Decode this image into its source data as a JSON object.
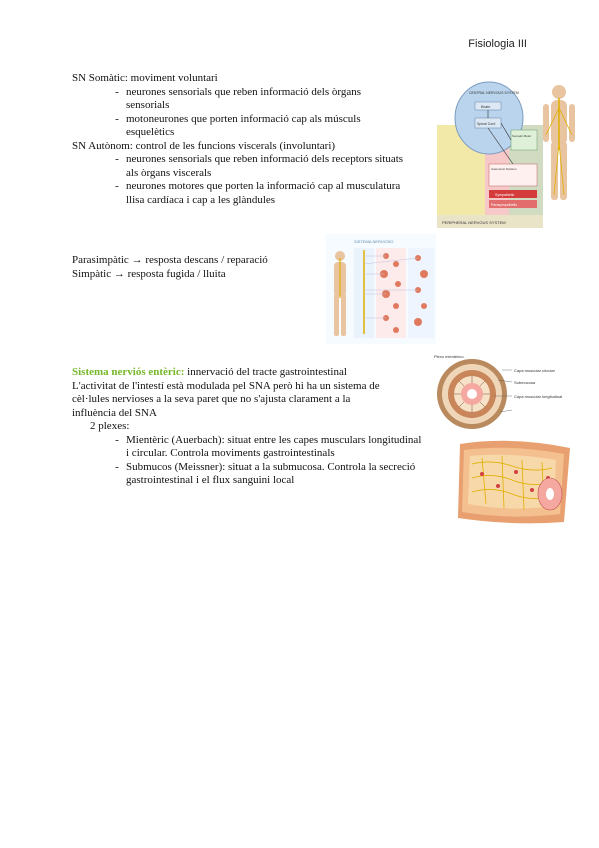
{
  "header": {
    "title": "Fisiologia III"
  },
  "somatic": {
    "title": "SN Somàtic: moviment voluntari",
    "items": [
      "neurones sensorials que reben informació dels òrgans sensorials",
      "motoneurones que porten informació cap als músculs esquelètics"
    ]
  },
  "autonom": {
    "title": "SN Autònom: control de les funcions viscerals (involuntari)",
    "items": [
      "neurones sensorials que reben informació dels receptors situats als òrgans viscerals",
      "neurones motores que porten la informació cap al musculatura llisa cardíaca i cap a les glàndules"
    ]
  },
  "para": {
    "parasimpatic": "Parasimpàtic → resposta descans / reparació",
    "simpatic": "Simpàtic → resposta fugida / lluita"
  },
  "enteric": {
    "title": "Sistema nerviós entèric:",
    "title_rest": " innervació del tracte gastrointestinal",
    "paragraph_lines": [
      "L'activitat de l'intestí està modulada pel SNA però hi ha un sistema de",
      "cèl·lules nervioses a la seva paret que no s'ajusta clarament a la",
      "influència del SNA"
    ],
    "plexes_label": "2 plexes:",
    "items": [
      "Mientèric (Auerbach): situat entre les capes musculars longitudinal i circular. Controla moviments gastrointestinals",
      "Submucos (Meissner): situat a la submucosa. Controla la secreció gastrointestinal i el flux sanguini local"
    ]
  },
  "figures": {
    "fig1": {
      "central": "CENTRAL NERVOUS SYSTEM",
      "brain": "Brain",
      "spinal": "Spinal Cord",
      "somatic_motor": "Somatic Motor",
      "autonomic": "Autonomic Division",
      "sympathetic": "Sympathetic",
      "parasympathetic": "Parasympathetic",
      "peripheral": "PERIPHERAL NERVOUS SYSTEM"
    },
    "fig2": {
      "title": "SISTEMA NERVIOSO"
    },
    "fig3": {
      "l1": "Plexo mientérico",
      "l2": "Capa muscular circular",
      "l3": "Submucosa",
      "l4": "Capa muscular longitudinal"
    }
  },
  "colors": {
    "green_title": "#76b82a"
  }
}
